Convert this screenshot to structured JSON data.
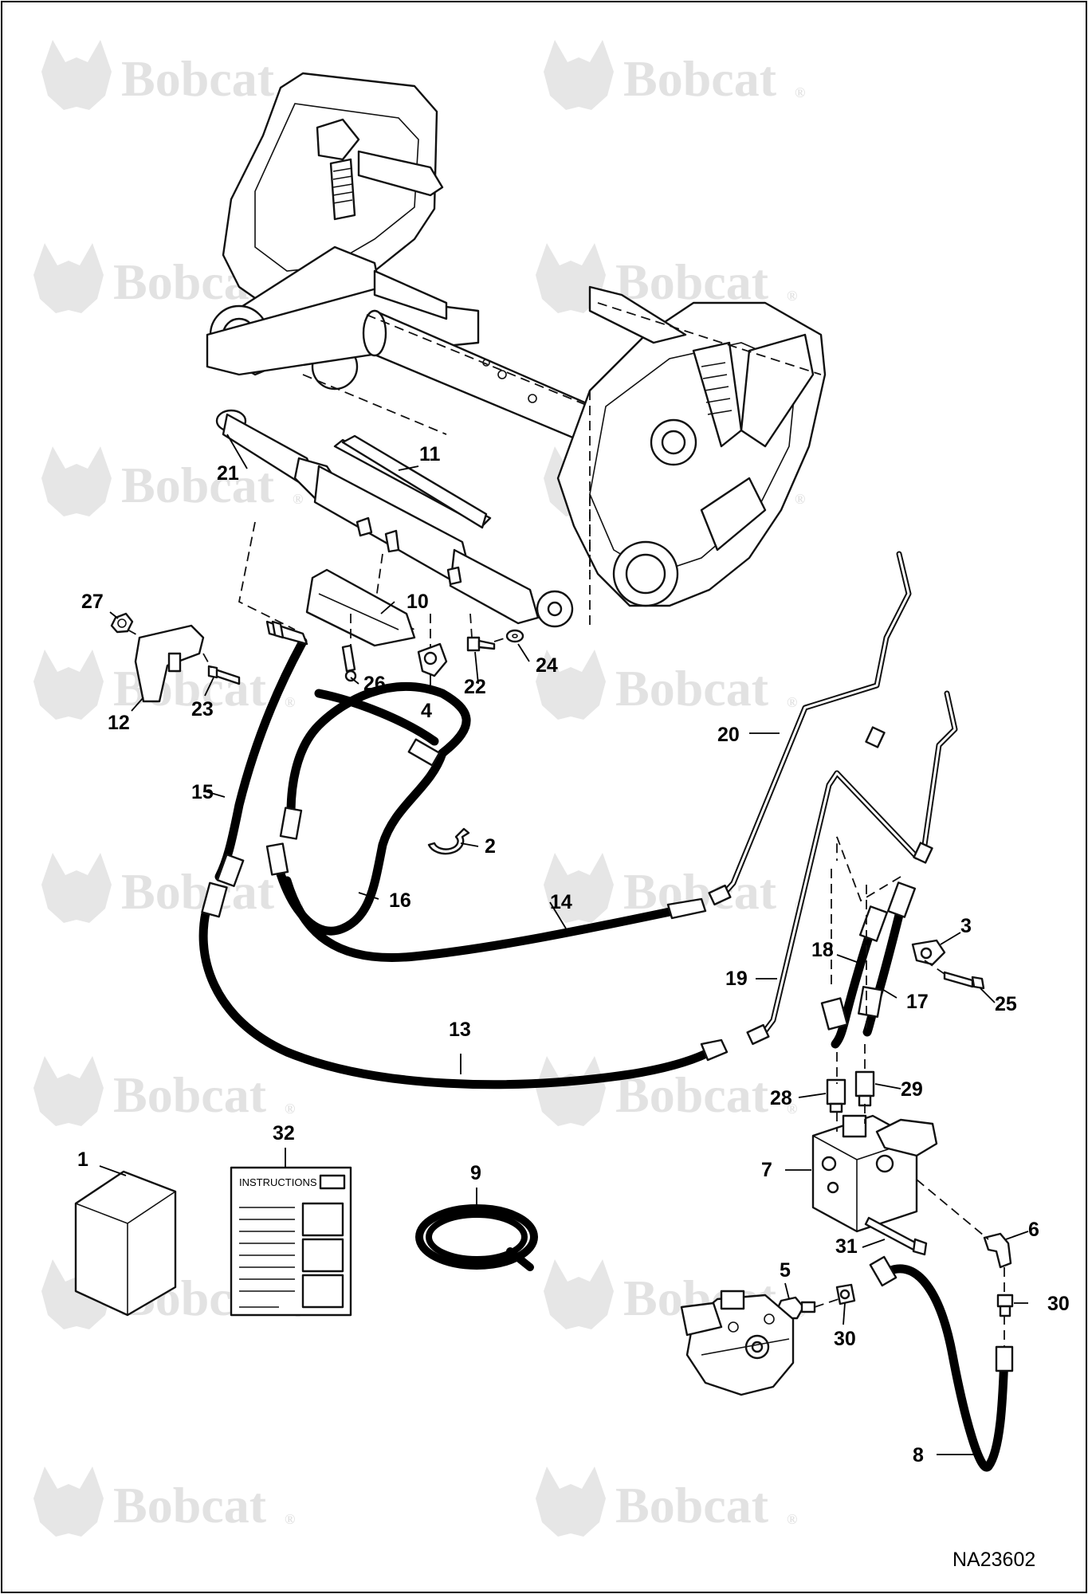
{
  "watermark": {
    "text": "Bobcat",
    "registered": "®"
  },
  "figure_id": "NA23602",
  "instructions_label": "INSTRUCTIONS",
  "callouts": [
    {
      "id": "c1",
      "label": "1"
    },
    {
      "id": "c2",
      "label": "2"
    },
    {
      "id": "c3",
      "label": "3"
    },
    {
      "id": "c4",
      "label": "4"
    },
    {
      "id": "c5",
      "label": "5"
    },
    {
      "id": "c6",
      "label": "6"
    },
    {
      "id": "c7",
      "label": "7"
    },
    {
      "id": "c8",
      "label": "8"
    },
    {
      "id": "c9",
      "label": "9"
    },
    {
      "id": "c10",
      "label": "10"
    },
    {
      "id": "c11",
      "label": "11"
    },
    {
      "id": "c12",
      "label": "12"
    },
    {
      "id": "c13",
      "label": "13"
    },
    {
      "id": "c14",
      "label": "14"
    },
    {
      "id": "c15",
      "label": "15"
    },
    {
      "id": "c16",
      "label": "16"
    },
    {
      "id": "c17",
      "label": "17"
    },
    {
      "id": "c18",
      "label": "18"
    },
    {
      "id": "c19",
      "label": "19"
    },
    {
      "id": "c20",
      "label": "20"
    },
    {
      "id": "c21",
      "label": "21"
    },
    {
      "id": "c22",
      "label": "22"
    },
    {
      "id": "c23",
      "label": "23"
    },
    {
      "id": "c24",
      "label": "24"
    },
    {
      "id": "c25",
      "label": "25"
    },
    {
      "id": "c26",
      "label": "26"
    },
    {
      "id": "c27",
      "label": "27"
    },
    {
      "id": "c28",
      "label": "28"
    },
    {
      "id": "c29",
      "label": "29"
    },
    {
      "id": "c30a",
      "label": "30"
    },
    {
      "id": "c30b",
      "label": "30"
    },
    {
      "id": "c31",
      "label": "31"
    },
    {
      "id": "c32",
      "label": "32"
    }
  ]
}
